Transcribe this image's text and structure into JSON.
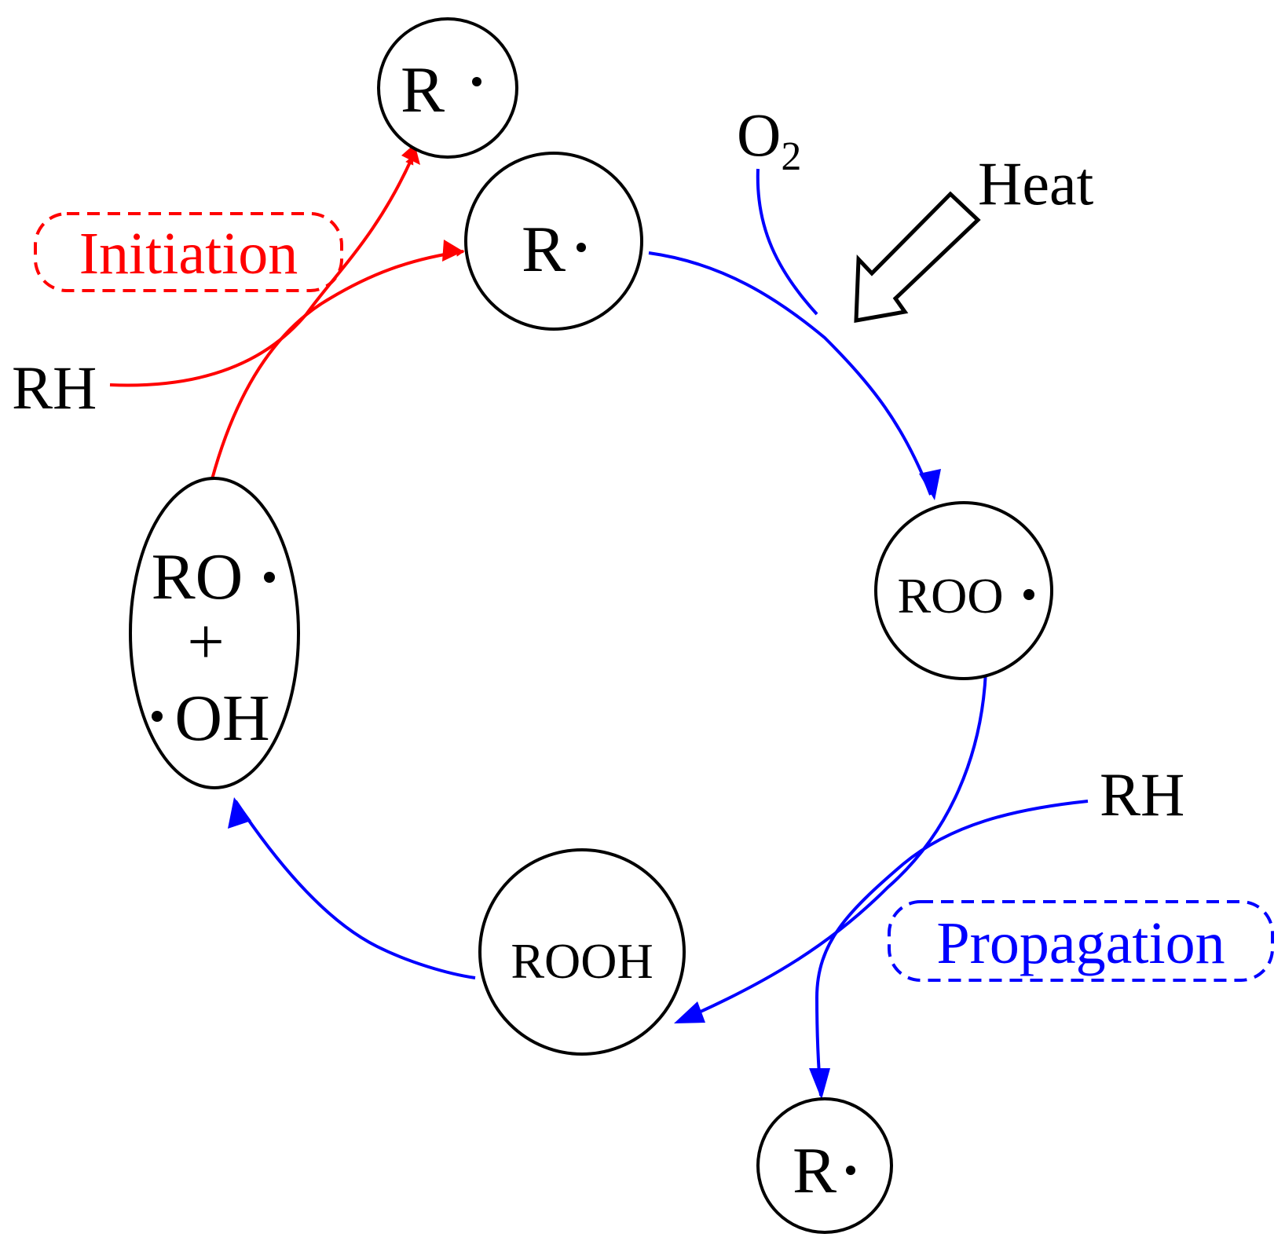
{
  "diagram": {
    "colors": {
      "initiation": "#ff0000",
      "propagation": "#0000ff",
      "outline": "#000000"
    },
    "nodes": {
      "r_top_label": "R",
      "r_main_label": "R",
      "roo_label": "ROO",
      "rooh_label": "ROOH",
      "ro_label": "RO",
      "plus_label": "+",
      "oh_label": "OH",
      "r_bottom_label": "R"
    },
    "external": {
      "oxygen_label": "O",
      "oxygen_subscript": "2",
      "heat_label": "Heat",
      "rh_left_label": "RH",
      "rh_right_label": "RH"
    },
    "stages": {
      "initiation_label": "Initiation",
      "propagation_label": "Propagation"
    },
    "icons": [
      "radical-dot-icon",
      "heat-arrow-icon",
      "arrowhead-icon"
    ]
  }
}
